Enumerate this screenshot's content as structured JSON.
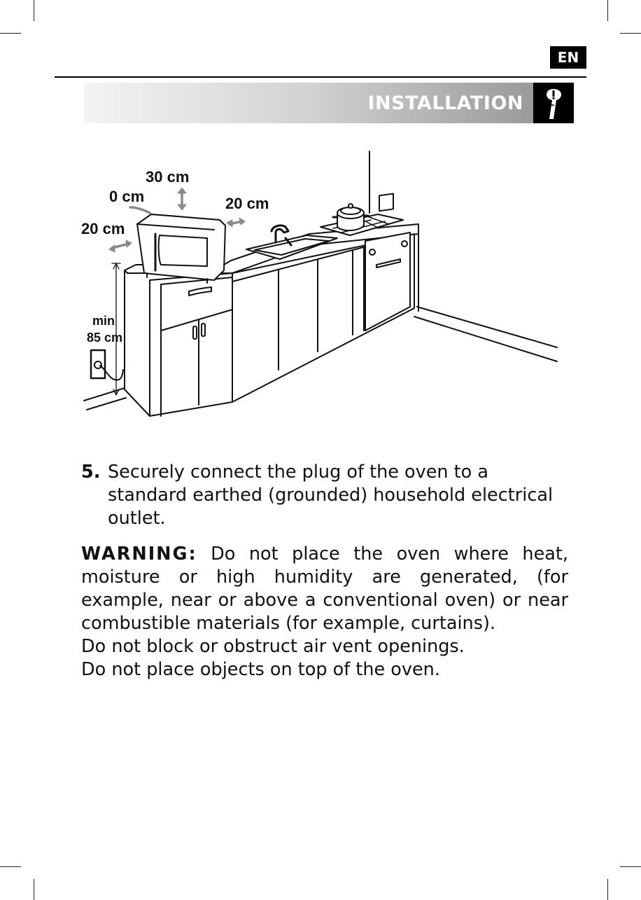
{
  "header": {
    "language_badge": "EN",
    "section_title": "INSTALLATION"
  },
  "illustration": {
    "labels": {
      "top_clearance": "30 cm",
      "back_clearance": "0 cm",
      "right_clearance": "20 cm",
      "left_clearance": "20 cm",
      "min_label": "min",
      "height_value": "85 cm"
    }
  },
  "content": {
    "step_number": "5.",
    "step_text": "Securely connect the plug of the oven to a standard earthed (grounded) household electrical outlet.",
    "warning_label": "WARNING:",
    "warning_text": "Do not place the oven where heat, moisture or high humidity are generated, (for example, near or above a conventional oven) or near combustible materials (for example, curtains).",
    "line_vents": "Do not block or obstruct air vent openings.",
    "line_top": "Do not place objects on top of the oven."
  },
  "icons": {
    "section_icon": "exclamation-pen-icon"
  },
  "colors": {
    "badge_bg": "#000000",
    "title_text": "#ffffff"
  }
}
